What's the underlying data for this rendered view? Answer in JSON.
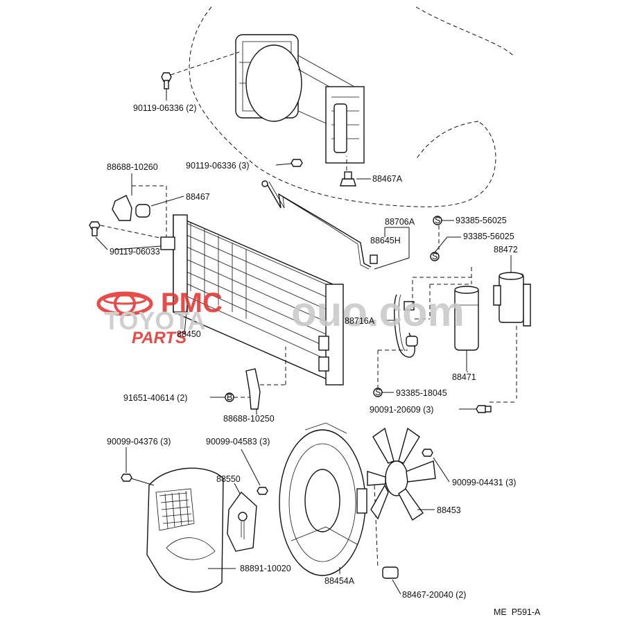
{
  "watermark": {
    "brand_top": "PMC",
    "brand_main": "TOYOTA",
    "brand_sub": "PARTS",
    "site": "ouo.com",
    "colors": {
      "red": "#e3342f",
      "gray": "#c9c9c9"
    }
  },
  "footer_code": "ME  P591-A",
  "labels": {
    "l1": "90119-06336 (2)",
    "l2": "90119-06336 (3)",
    "l3": "88467A",
    "l4": "88688-10260",
    "l5": "88467",
    "l6": "90119-06033",
    "l7": "88706A",
    "l8": "88645H",
    "l9": "93385-56025",
    "l10": "93385-56025",
    "l11": "88472",
    "l12": "88716A",
    "l13": "88450",
    "l14": "88471",
    "l15": "93385-18045",
    "l16": "91651-40614 (2)",
    "l17": "88688-10250",
    "l18": "90091-20609 (3)",
    "l19": "90099-04376 (3)",
    "l20": "90099-04583 (3)",
    "l21": "88550",
    "l22": "90099-04431 (3)",
    "l23": "88453",
    "l24": "88891-10020",
    "l25": "88454A",
    "l26": "88467-20040 (2)"
  },
  "symbols": {
    "s_mark": "S",
    "b_mark": "B"
  }
}
